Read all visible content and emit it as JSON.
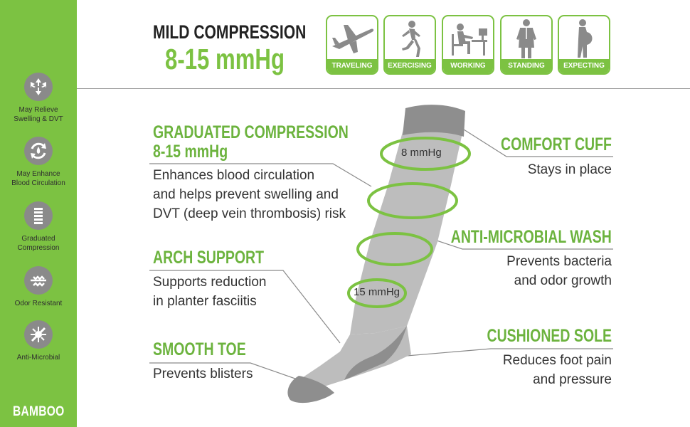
{
  "header": {
    "title": "MILD COMPRESSION",
    "pressure": "8-15 mmHg"
  },
  "uses": [
    {
      "label": "TRAVELING",
      "icon": "airplane-icon"
    },
    {
      "label": "EXERCISING",
      "icon": "runner-icon"
    },
    {
      "label": "WORKING",
      "icon": "desk-worker-icon"
    },
    {
      "label": "STANDING",
      "icon": "standing-doctor-icon"
    },
    {
      "label": "EXPECTING",
      "icon": "pregnant-woman-icon"
    }
  ],
  "sidebar": {
    "items": [
      {
        "label_line1": "May Relieve",
        "label_line2": "Swelling & DVT",
        "icon": "relieve-arrows-icon"
      },
      {
        "label_line1": "May Enhance",
        "label_line2": "Blood Circulation",
        "icon": "circulation-icon"
      },
      {
        "label_line1": "Graduated",
        "label_line2": "Compression",
        "icon": "compression-coil-icon"
      },
      {
        "label_line1": "Odor Resistant",
        "label_line2": "",
        "icon": "odor-resistant-icon"
      },
      {
        "label_line1": "Anti-Microbial",
        "label_line2": "",
        "icon": "anti-microbial-icon"
      }
    ],
    "brand": "BAMBOO"
  },
  "features": {
    "graduated": {
      "title1": "GRADUATED COMPRESSION",
      "title2": "8-15 mmHg",
      "lines": [
        "Enhances blood circulation",
        "and helps prevent swelling and",
        "DVT (deep vein thrombosis) risk"
      ]
    },
    "arch": {
      "title": "ARCH SUPPORT",
      "lines": [
        "Supports reduction",
        "in planter fasciitis"
      ]
    },
    "toe": {
      "title": "SMOOTH TOE",
      "lines": [
        "Prevents blisters"
      ]
    },
    "cuff": {
      "title": "COMFORT CUFF",
      "lines": [
        "Stays in place"
      ]
    },
    "wash": {
      "title": "ANTI-MICROBIAL WASH",
      "lines": [
        "Prevents bacteria",
        "and odor growth"
      ]
    },
    "sole": {
      "title": "CUSHIONED SOLE",
      "lines": [
        "Reduces foot pain",
        "and pressure"
      ]
    }
  },
  "sock_labels": {
    "top": "8 mmHg",
    "bottom": "15 mmHg"
  },
  "colors": {
    "accent": "#7cc242",
    "title_green": "#6cb33e",
    "sock_light": "#bdbdbd",
    "sock_dark": "#8e8e8e"
  }
}
